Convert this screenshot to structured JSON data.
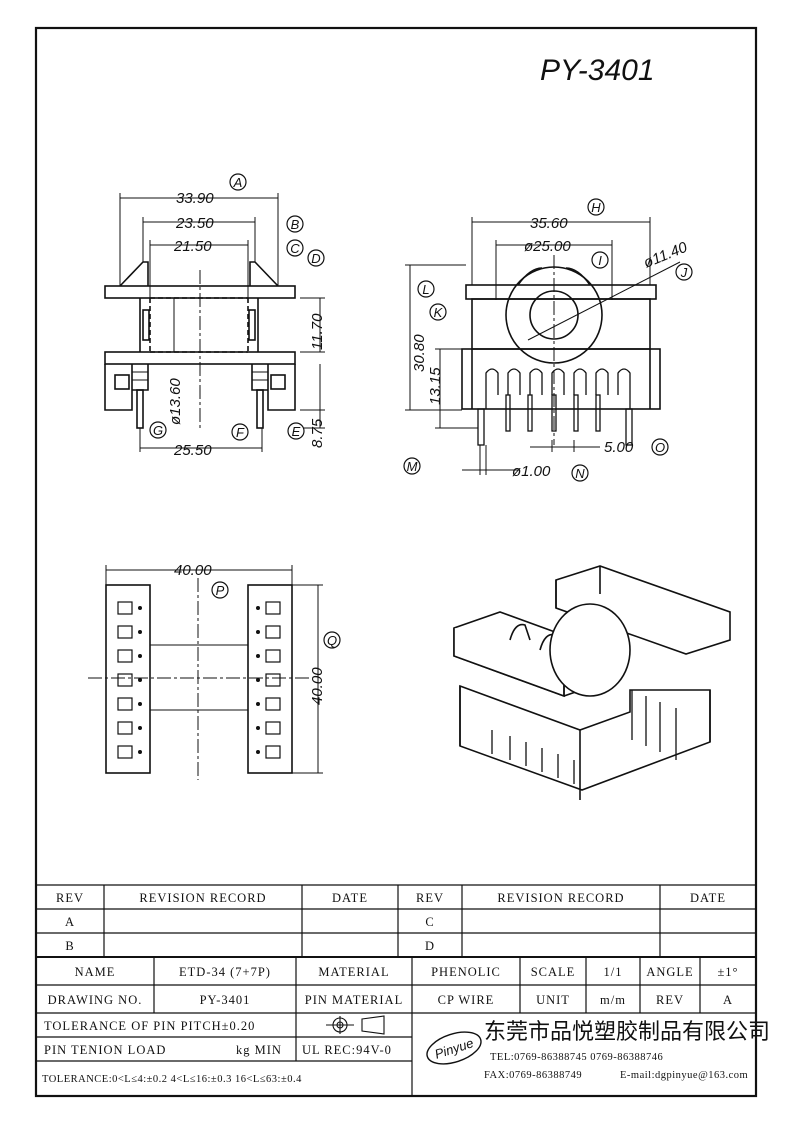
{
  "drawing": {
    "part_number": "PY-3401",
    "dims": {
      "A": "33.90",
      "B": "23.50",
      "C": "21.50",
      "D": "11.70",
      "G": "ø13.60",
      "F": "25.50",
      "E": "8.75",
      "H": "35.60",
      "I": "ø25.00",
      "J": "ø11.40",
      "L": "30.80",
      "K": "13.15",
      "O": "5.00",
      "N": "ø1.00",
      "P": "40.00",
      "Q": "40.00"
    },
    "labels": [
      "A",
      "B",
      "C",
      "D",
      "E",
      "F",
      "G",
      "H",
      "I",
      "J",
      "K",
      "L",
      "M",
      "N",
      "O",
      "P",
      "Q"
    ]
  },
  "revision_table": {
    "headers": [
      "REV",
      "REVISION RECORD",
      "DATE",
      "REV",
      "REVISION RECORD",
      "DATE"
    ],
    "rows": [
      [
        "A",
        "",
        "",
        "C",
        "",
        ""
      ],
      [
        "B",
        "",
        "",
        "D",
        "",
        ""
      ]
    ]
  },
  "title_block": {
    "name_label": "NAME",
    "name_value": "ETD-34 (7+7P)",
    "material_label": "MATERIAL",
    "material_value": "PHENOLIC",
    "scale_label": "SCALE",
    "scale_value": "1/1",
    "angle_label": "ANGLE",
    "angle_value": "±1°",
    "drawing_no_label": "DRAWING NO.",
    "drawing_no_value": "PY-3401",
    "pin_material_label": "PIN MATERIAL",
    "pin_material_value": "CP WIRE",
    "unit_label": "UNIT",
    "unit_value": "m/m",
    "rev_label": "REV",
    "rev_value": "A",
    "pin_pitch_tolerance": "TOLERANCE OF PIN PITCH±0.20",
    "pin_tension": "PIN TENION LOAD",
    "pin_tension_value": "kg MIN",
    "ul_rec": "UL REC:94V-0",
    "tolerance_line": "TOLERANCE:0<L≤4:±0.2  4<L≤16:±0.3  16<L≤63:±0.4",
    "logo_text": "Pinyue",
    "company_name": "东莞市品悦塑胶制品有限公司",
    "tel": "TEL:0769-86388745   0769-86388746",
    "fax": "FAX:0769-86388749",
    "email": "E-mail:dgpinyue@163.com"
  }
}
